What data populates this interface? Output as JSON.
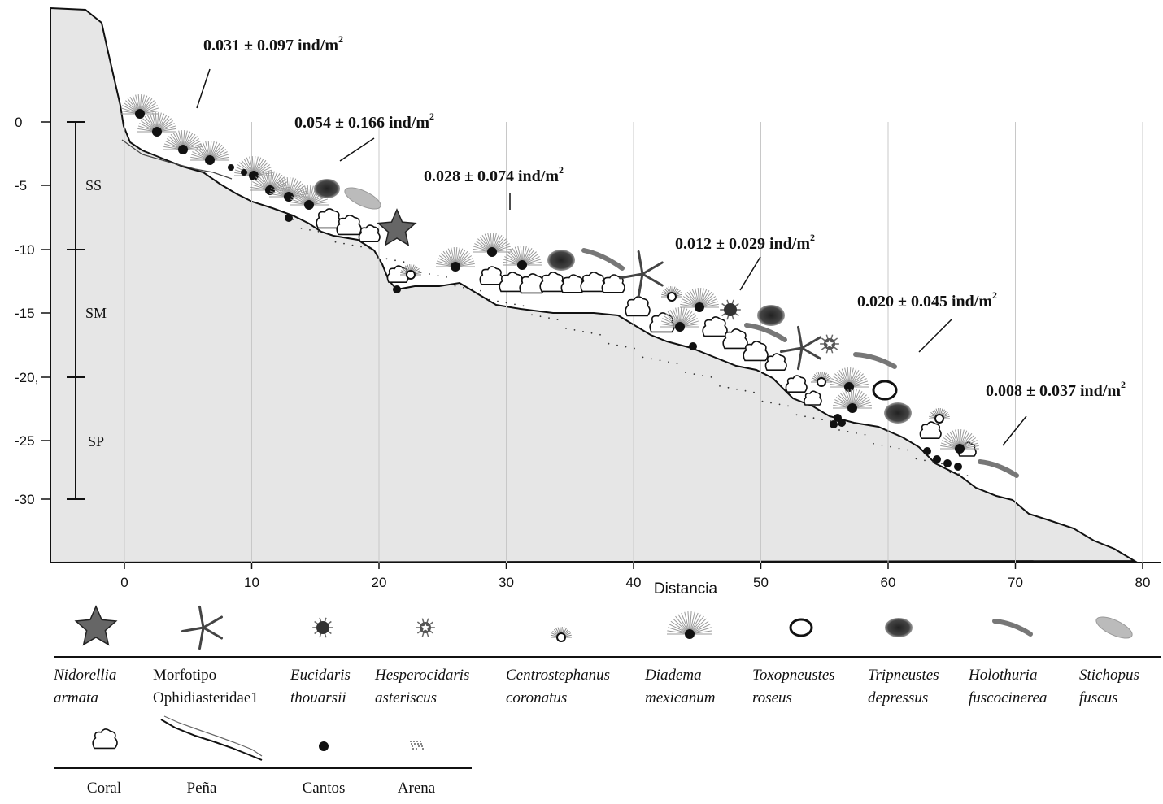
{
  "x_axis": {
    "title": "Distancia",
    "ticks": [
      "0",
      "10",
      "20",
      "30",
      "40",
      "50",
      "60",
      "70",
      "80"
    ]
  },
  "y_axis": {
    "ticks": [
      "0",
      "-5",
      "-10",
      "-15",
      "-20,",
      "-25",
      "-30"
    ]
  },
  "zones": [
    "SS",
    "SM",
    "SP"
  ],
  "densities": [
    {
      "value": "0.031 ± 0.097 ind/m",
      "exp": "2"
    },
    {
      "value": "0.054 ± 0.166 ind/m",
      "exp": "2"
    },
    {
      "value": "0.028 ± 0.074 ind/m",
      "exp": "2"
    },
    {
      "value": "0.012 ± 0.029 ind/m",
      "exp": "2"
    },
    {
      "value": "0.020 ± 0.045 ind/m",
      "exp": "2"
    },
    {
      "value": "0.008 ± 0.037 ind/m",
      "exp": "2"
    }
  ],
  "species_legend": [
    {
      "line1": "Nidorellia",
      "line2": "armata",
      "icon": "sea-star-icon",
      "italic": true
    },
    {
      "line1": "Morfotipo",
      "line2": "Ophidiasteridae1",
      "icon": "brittle-star-icon",
      "italic": false
    },
    {
      "line1": "Eucidaris",
      "line2": "thouarsii",
      "icon": "eucidaris-urchin-icon",
      "italic": true
    },
    {
      "line1": "Hesperocidaris",
      "line2": "asteriscus",
      "icon": "hesperocidaris-urchin-icon",
      "italic": true
    },
    {
      "line1": "Centrostephanus",
      "line2": "coronatus",
      "icon": "centrostephanus-urchin-icon",
      "italic": true
    },
    {
      "line1": "Diadema",
      "line2": "mexicanum",
      "icon": "diadema-urchin-icon",
      "italic": true
    },
    {
      "line1": "Toxopneustes",
      "line2": "roseus",
      "icon": "toxopneustes-ring-icon",
      "italic": true
    },
    {
      "line1": "Tripneustes",
      "line2": "depressus",
      "icon": "tripneustes-blob-icon",
      "italic": true
    },
    {
      "line1": "Holothuria",
      "line2": "fuscocinerea",
      "icon": "holothuria-cucumber-icon",
      "italic": true
    },
    {
      "line1": "Stichopus",
      "line2": "fuscus",
      "icon": "stichopus-cucumber-icon",
      "italic": true
    }
  ],
  "substrate_legend": [
    {
      "label": "Coral",
      "icon": "coral-icon"
    },
    {
      "label": "Peña",
      "icon": "rock-icon"
    },
    {
      "label": "Cantos",
      "icon": "boulder-icon"
    },
    {
      "label": "Arena",
      "icon": "sand-icon"
    }
  ],
  "colors": {
    "seabed": "#e6e6e6",
    "outline": "#111111",
    "cucumber": "#777777",
    "cucumber_light": "#b8b8b8",
    "blob": "#444444"
  }
}
